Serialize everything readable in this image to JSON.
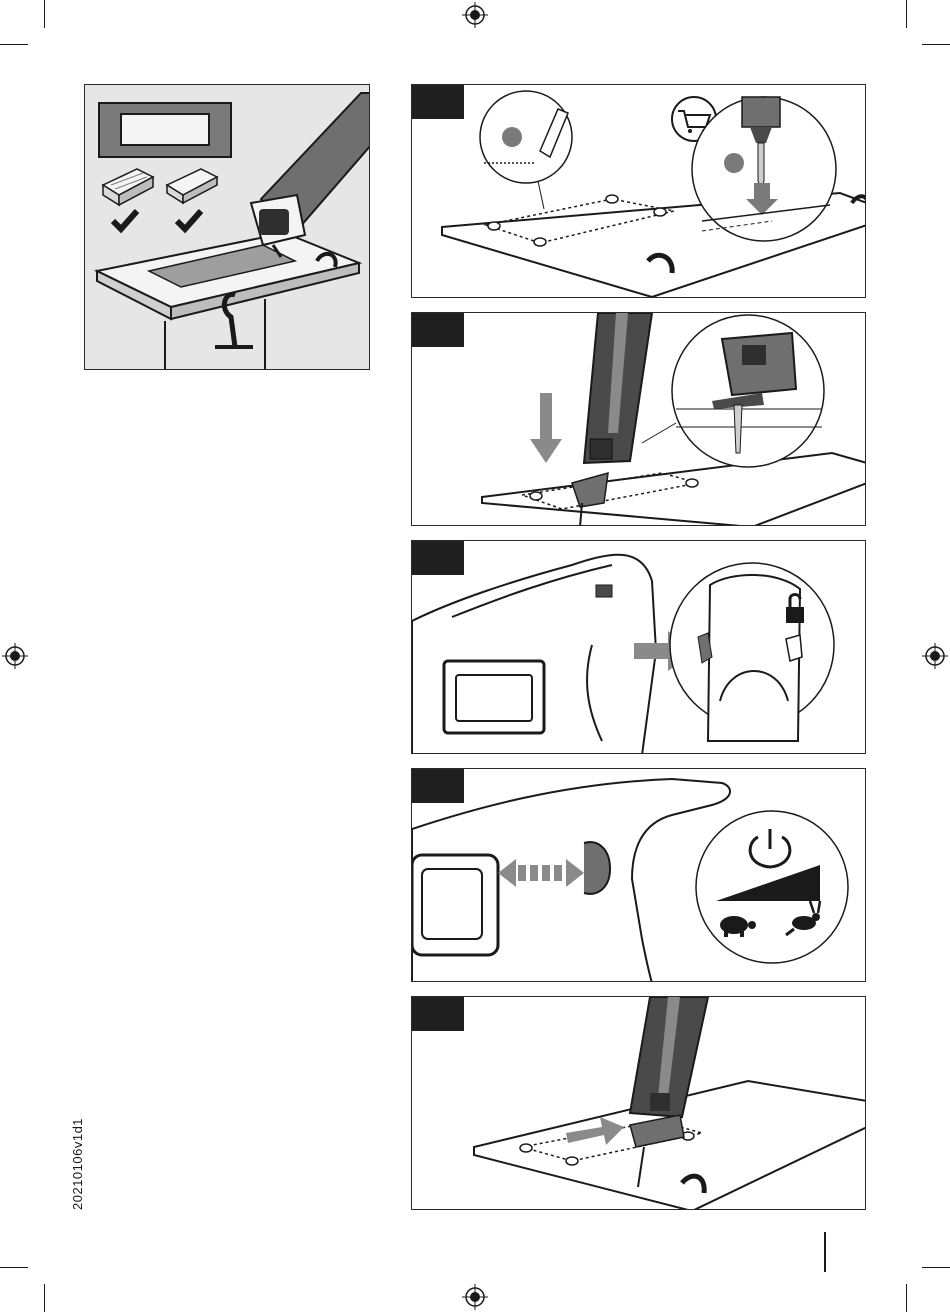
{
  "document": {
    "code": "20210106v1d1",
    "page_number": ""
  },
  "panels": [
    {
      "id": "intro",
      "tab_label": "",
      "icons": [
        "check-icon",
        "check-icon"
      ]
    },
    {
      "id": "step-1",
      "tab_label": "",
      "icons": [
        "shopping-cart-icon",
        "drill-icon"
      ]
    },
    {
      "id": "step-2",
      "tab_label": "",
      "icons": [
        "down-arrow-icon"
      ]
    },
    {
      "id": "step-3",
      "tab_label": "",
      "icons": [
        "unlock-icon",
        "right-arrow-icon"
      ]
    },
    {
      "id": "step-4",
      "tab_label": "",
      "icons": [
        "power-icon",
        "turtle-icon",
        "rabbit-icon"
      ]
    },
    {
      "id": "step-5",
      "tab_label": "",
      "icons": [
        "right-arrow-icon"
      ]
    }
  ],
  "colors": {
    "ink": "#1a1a1a",
    "panel_bg": "#e6e6e6",
    "arrow": "#8a8a8a"
  }
}
